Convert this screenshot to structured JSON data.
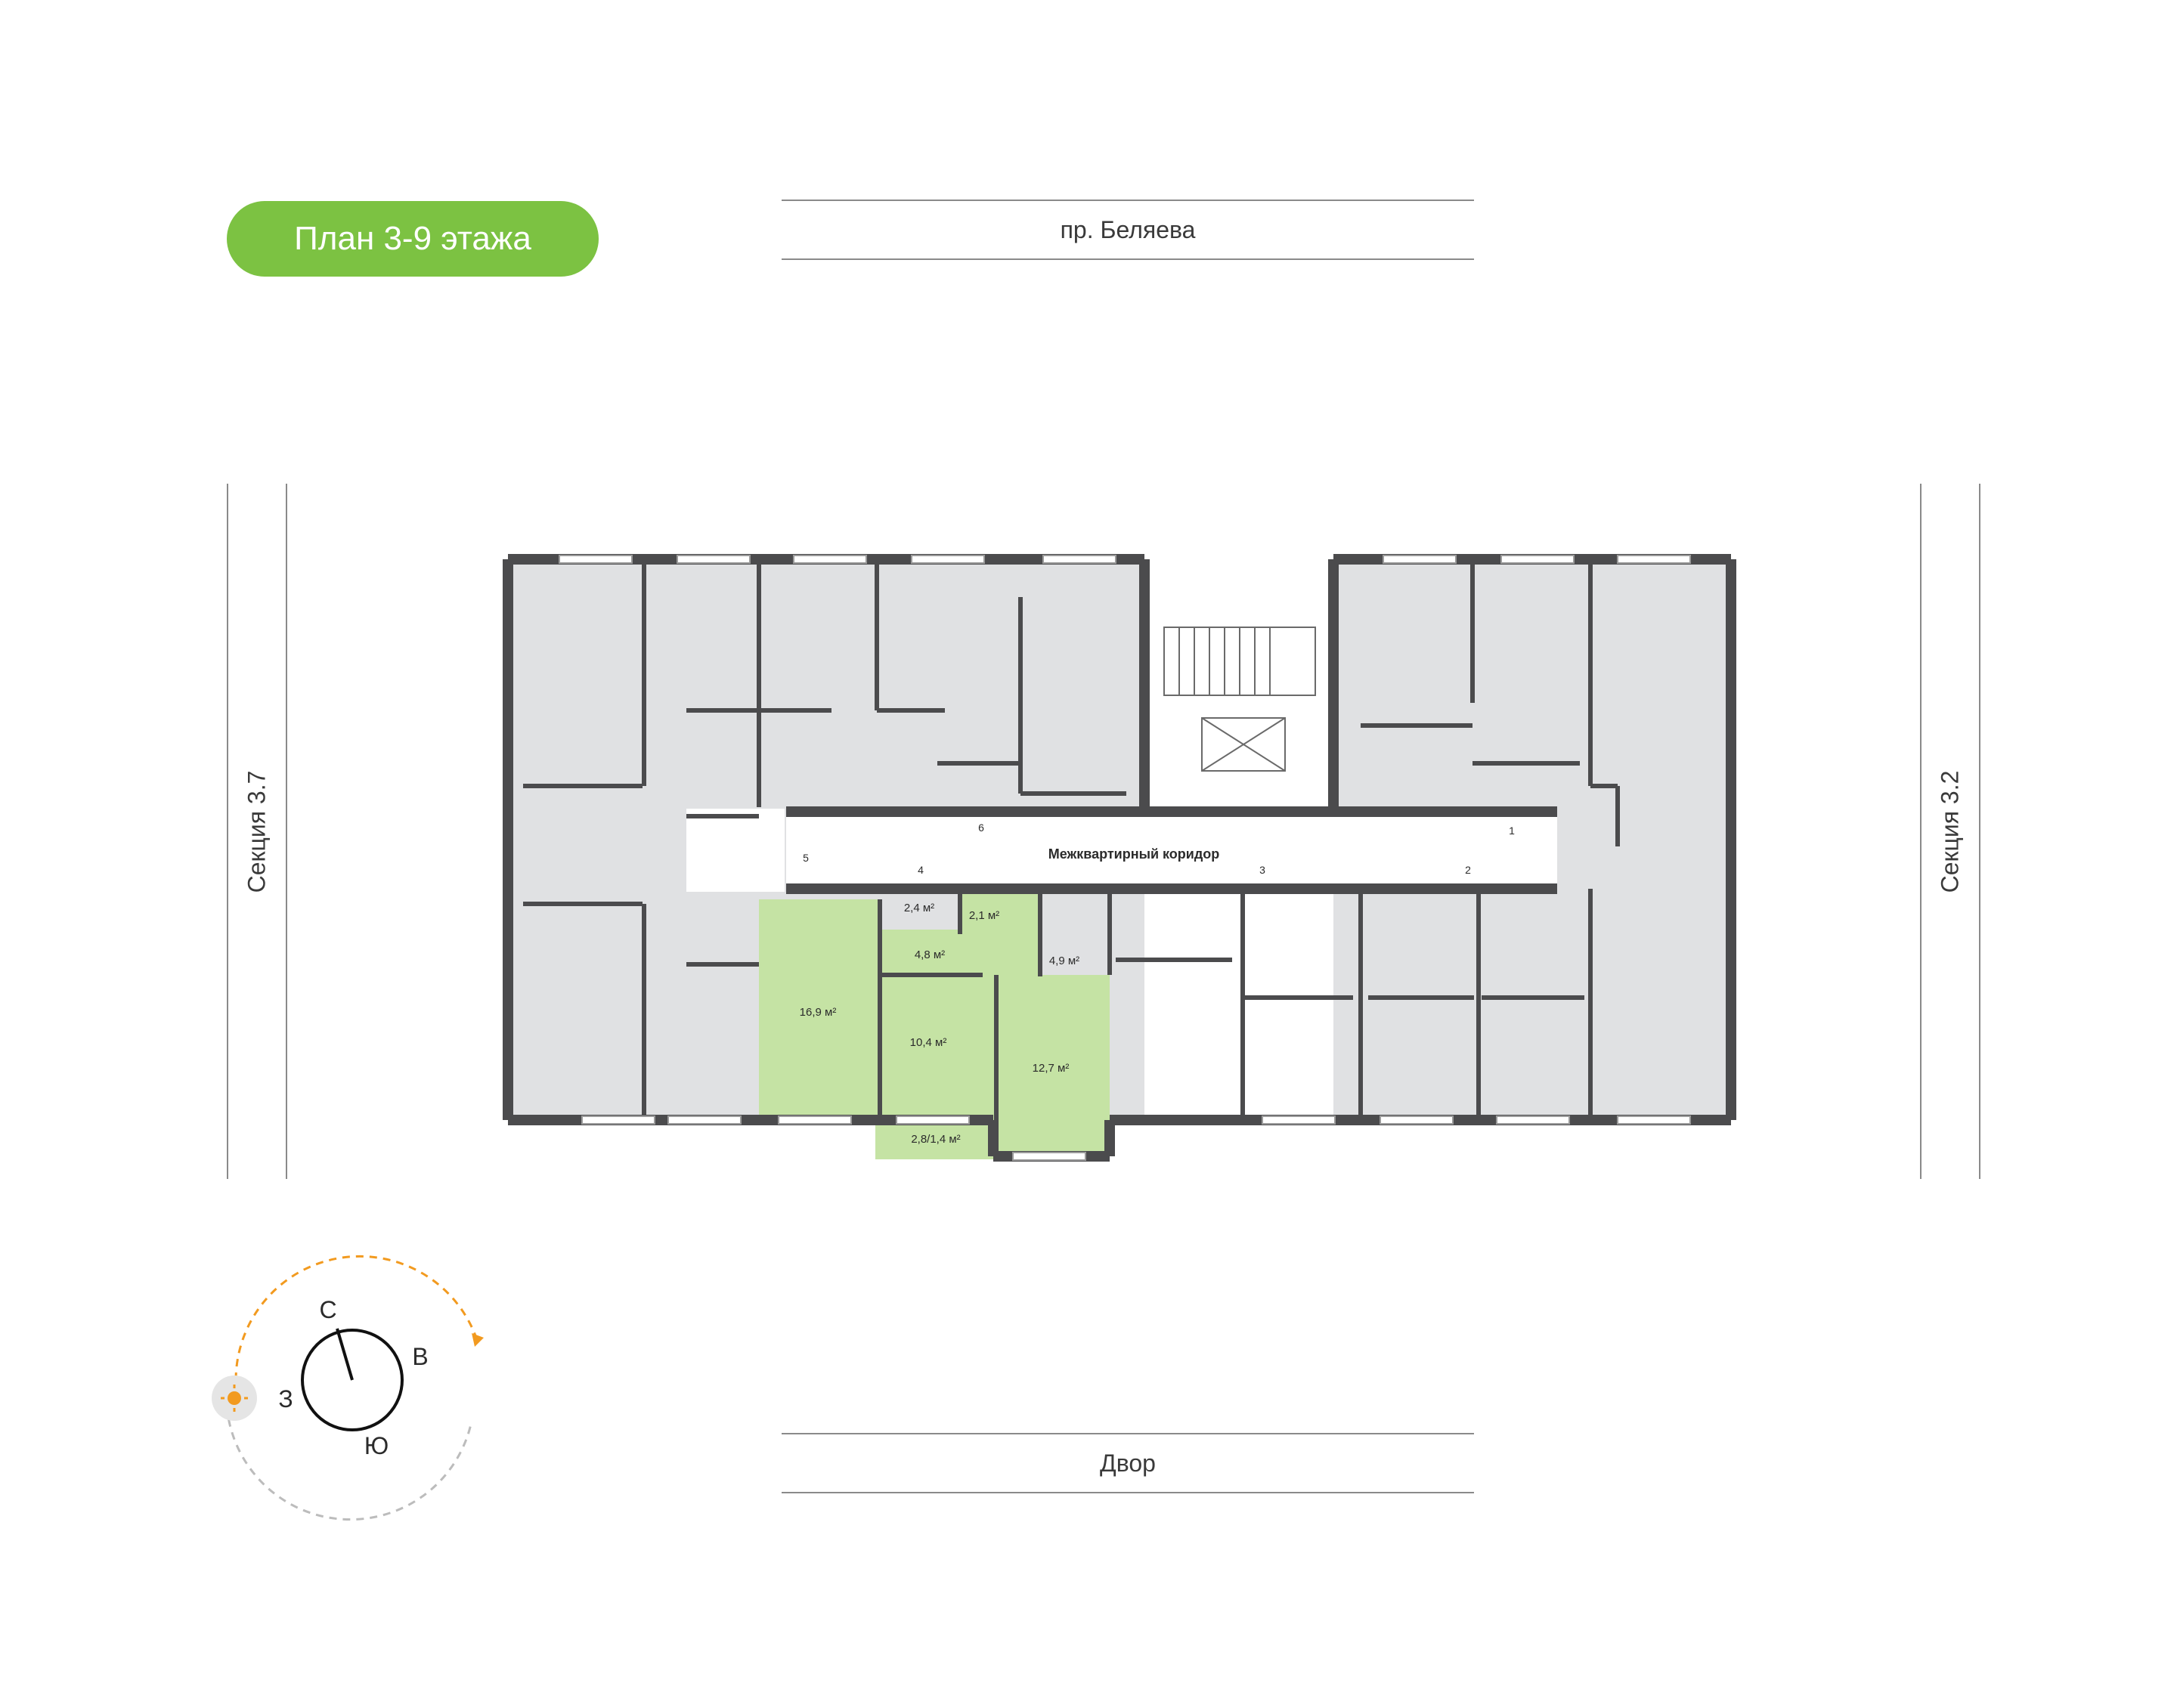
{
  "title": "План 3-9 этажа",
  "streets": {
    "top": "пр. Беляева",
    "bottom": "Двор"
  },
  "sections": {
    "left": "Секция 3.7",
    "right": "Секция 3.2"
  },
  "corridor_label": "Межквартирный коридор",
  "doors": [
    "1",
    "2",
    "3",
    "4",
    "5",
    "6"
  ],
  "apartment_rooms": [
    "2,4 м²",
    "2,1 м²",
    "4,8 м²",
    "4,9 м²",
    "16,9 м²",
    "10,4 м²",
    "12,7 м²",
    "2,8/1,4 м²"
  ],
  "compass": {
    "north": "С",
    "east": "В",
    "south": "Ю",
    "west": "З"
  },
  "colors": {
    "accent": "#7cc242",
    "highlight": "#c5e3a4",
    "room": "#e0e1e3",
    "wall": "#4b4b4d",
    "sun": "#f29a1f"
  }
}
